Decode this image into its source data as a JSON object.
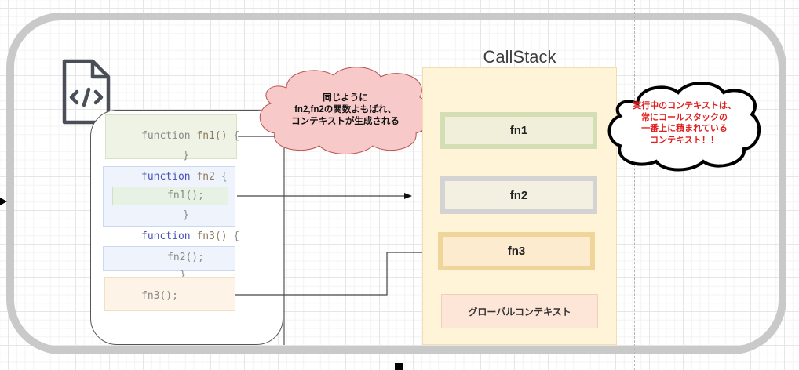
{
  "canvas": {
    "background": "#ffffff",
    "grid_color": "#e6e6e6",
    "frame_color": "#c9c9c9"
  },
  "file_icon": {
    "name": "code-file-icon",
    "glyph": "</>"
  },
  "code": {
    "fn1_block": {
      "keyword": "function",
      "name": "fn1()",
      "open": "{",
      "close": "}"
    },
    "fn2_block": {
      "keyword": "function",
      "name": "fn2",
      "open": "{",
      "call": "fn1();",
      "close": "}"
    },
    "fn3_block": {
      "keyword": "function",
      "name": "fn3()",
      "open": "{",
      "call": "fn2();",
      "close": "}"
    },
    "invoke": "fn3();"
  },
  "callout_left": {
    "lines": [
      "同じように",
      "fn2,fn2の関数よもばれ、",
      "コンテキストが生成される"
    ],
    "fill": "#f8c9c9",
    "stroke": "#b85450"
  },
  "callout_right": {
    "lines": [
      "実行中のコンテキストは、",
      "常にコールスタックの",
      "一番上に積まれている",
      "コンテキスト！！"
    ],
    "text_color": "#e0201f",
    "stroke": "#000000"
  },
  "callstack": {
    "title": "CallStack",
    "fill": "#fff4d8",
    "frames": [
      {
        "label": "fn1",
        "fill": "#f1efda",
        "border": "#d3deb5"
      },
      {
        "label": "fn2",
        "fill": "#f3f0e2",
        "border": "#d3d3d3"
      },
      {
        "label": "fn3",
        "fill": "#fdebd0",
        "border": "#efd59a"
      }
    ],
    "global": {
      "label": "グローバルコンテキスト",
      "fill": "#fde6d8",
      "border": "#f2cfb8"
    }
  }
}
